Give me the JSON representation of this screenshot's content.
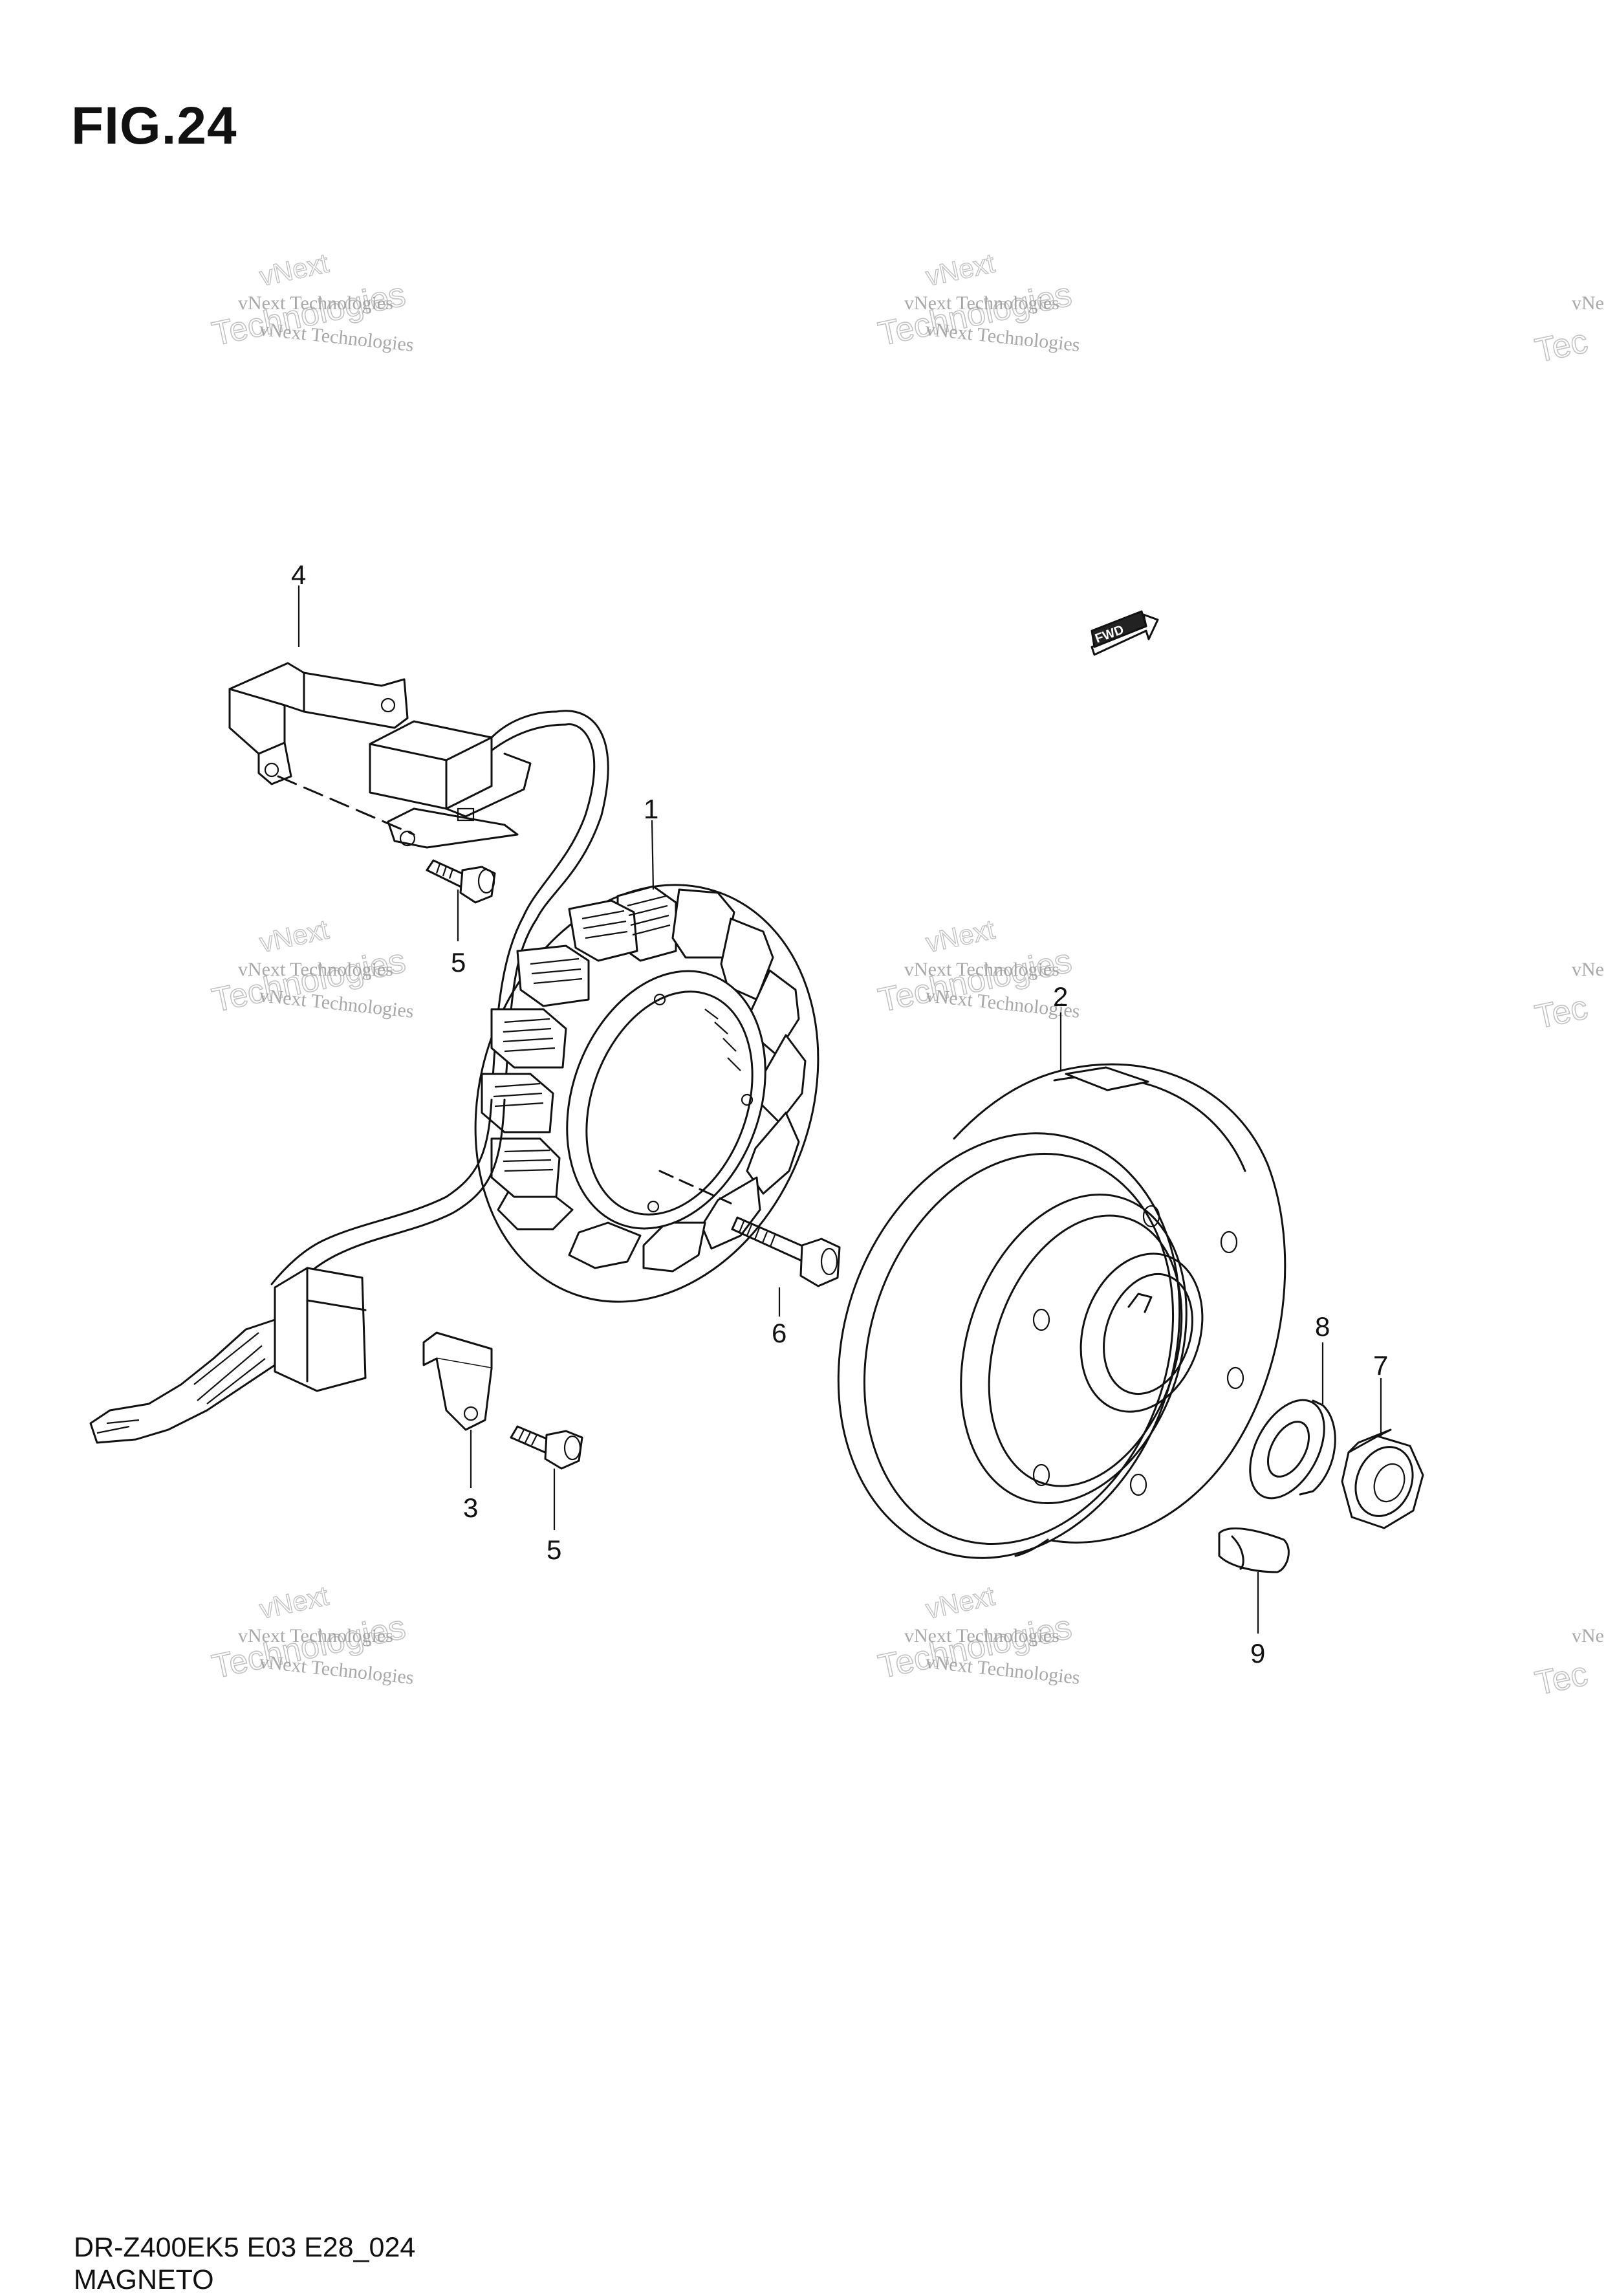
{
  "figure": {
    "title": "FIG.24",
    "model_code": "DR-Z400EK5 E03 E28_024",
    "section_name": "MAGNETO",
    "fwd_label": "FWD"
  },
  "callouts": [
    {
      "id": "1",
      "label": "1"
    },
    {
      "id": "2",
      "label": "2"
    },
    {
      "id": "3",
      "label": "3"
    },
    {
      "id": "4",
      "label": "4"
    },
    {
      "id": "5a",
      "label": "5"
    },
    {
      "id": "5b",
      "label": "5"
    },
    {
      "id": "6",
      "label": "6"
    },
    {
      "id": "7",
      "label": "7"
    },
    {
      "id": "8",
      "label": "8"
    },
    {
      "id": "9",
      "label": "9"
    }
  ],
  "watermark": {
    "small": "vNext Technologies",
    "big_line1": "vNext",
    "big_line2": "Technologies",
    "partial": "vNe",
    "partial_big": "Tec"
  }
}
